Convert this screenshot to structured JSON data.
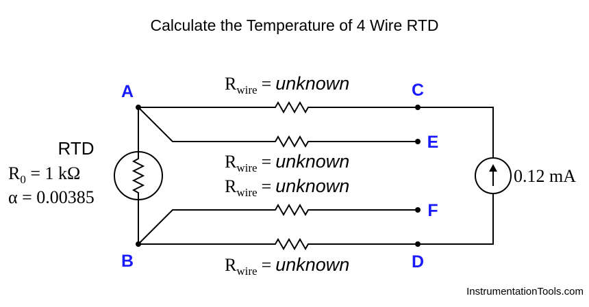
{
  "title": "Calculate the Temperature of 4 Wire RTD",
  "nodes": {
    "a": "A",
    "b": "B",
    "c": "C",
    "d": "D",
    "e": "E",
    "f": "F"
  },
  "rwire": {
    "symbol": "R",
    "subscript": "wire",
    "equals": "=",
    "value": "unknown"
  },
  "rtd": {
    "label": "RTD",
    "r0_symbol": "R",
    "r0_sub": "0",
    "r0_rest": " = 1 kΩ",
    "alpha": "α = 0.00385"
  },
  "source": {
    "current": "0.12 mA"
  },
  "credit": "InstrumentationTools.com"
}
